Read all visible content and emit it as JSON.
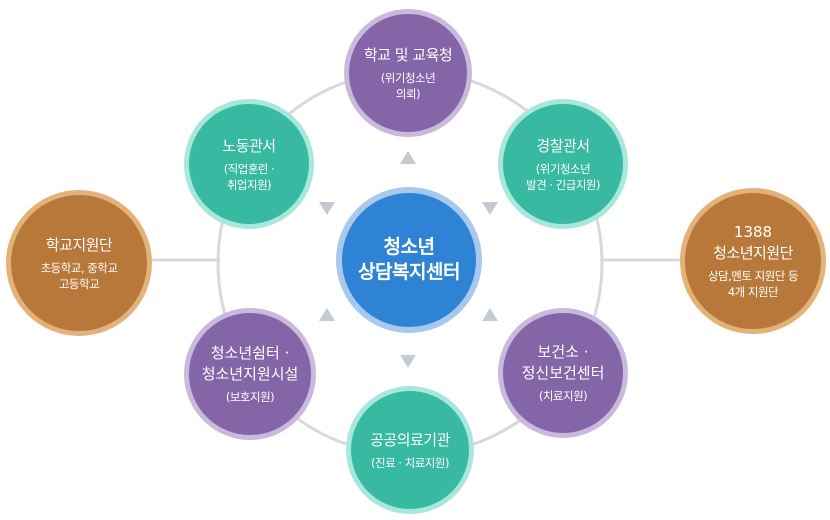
{
  "center": {
    "title_line1": "청소년",
    "title_line2": "상담복지센터"
  },
  "nodes": {
    "school_office": {
      "title": "학교 및 교육청",
      "sub_line1": "(위기청소년",
      "sub_line2": "의뢰)"
    },
    "police": {
      "title": "경찰관서",
      "sub_line1": "(위기청소년",
      "sub_line2": "발견 · 긴급지원)"
    },
    "health": {
      "title_line1": "보건소 ·",
      "title_line2": "정신보건센터",
      "sub": "(치료지원)"
    },
    "medical": {
      "title": "공공의료기관",
      "sub": "(진료 · 치료지원)"
    },
    "shelter": {
      "title_line1": "청소년쉼터 ·",
      "title_line2": "청소년지원시설",
      "sub": "(보호지원)"
    },
    "labor": {
      "title": "노동관서",
      "sub_line1": "(직업훈련 ·",
      "sub_line2": "취업지원)"
    },
    "school_support": {
      "title": "학교지원단",
      "sub_line1": "초등학교, 중학교",
      "sub_line2": "고등학교"
    },
    "youth1388": {
      "title_line1": "1388",
      "title_line2": "청소년지원단",
      "sub_line1": "상담,멘토 지원단 등",
      "sub_line2": "4개 지원단"
    }
  },
  "colors": {
    "purple": "#8465a8",
    "teal": "#37b9a2",
    "orange": "#b8783a",
    "center_blue": "#2f83d4",
    "ring": "#d9d9d9",
    "arrow": "#c3cad1"
  }
}
